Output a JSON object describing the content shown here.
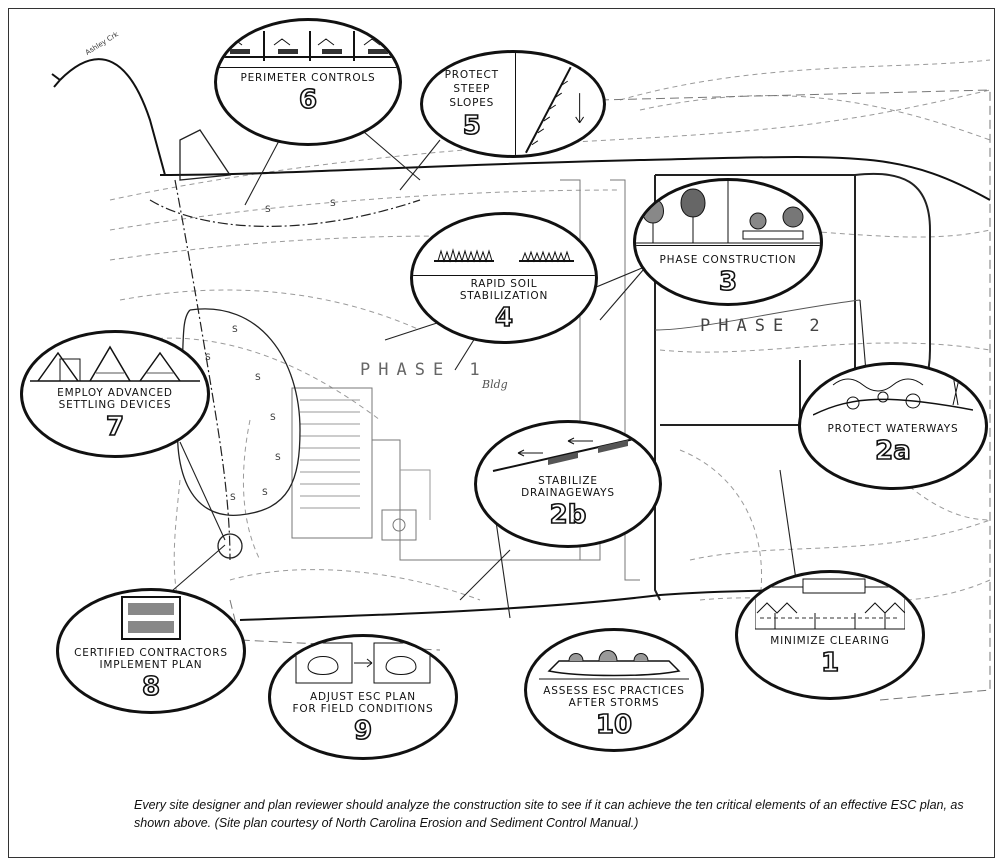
{
  "map": {
    "phase1": "PHASE 1",
    "phase2": "PHASE 2",
    "bldg": "Bldg",
    "creek": "Ashley Crk"
  },
  "elements": [
    {
      "id": "e1",
      "label": "MINIMIZE CLEARING",
      "number": "1"
    },
    {
      "id": "e2a",
      "label": "PROTECT WATERWAYS",
      "number": "2a"
    },
    {
      "id": "e2b",
      "label": "STABILIZE\nDRAINAGEWAYS",
      "number": "2b"
    },
    {
      "id": "e3",
      "label": "PHASE CONSTRUCTION",
      "number": "3"
    },
    {
      "id": "e4",
      "label": "RAPID SOIL\nSTABILIZATION",
      "number": "4"
    },
    {
      "id": "e5",
      "label": "PROTECT\nSTEEP\nSLOPES",
      "number": "5"
    },
    {
      "id": "e6",
      "label": "PERIMETER CONTROLS",
      "number": "6"
    },
    {
      "id": "e7",
      "label": "EMPLOY ADVANCED\nSETTLING DEVICES",
      "number": "7"
    },
    {
      "id": "e8",
      "label": "CERTIFIED CONTRACTORS\nIMPLEMENT PLAN",
      "number": "8"
    },
    {
      "id": "e9",
      "label": "ADJUST ESC PLAN\nFOR FIELD CONDITIONS",
      "number": "9"
    },
    {
      "id": "e10",
      "label": "ASSESS ESC PRACTICES\nAFTER STORMS",
      "number": "10"
    }
  ],
  "caption": "Every site designer and plan reviewer should analyze the construction site to see if it can achieve the ten critical elements of an effective ESC plan, as shown above.  (Site plan courtesy of North Carolina Erosion and Sediment Control Manual.)"
}
